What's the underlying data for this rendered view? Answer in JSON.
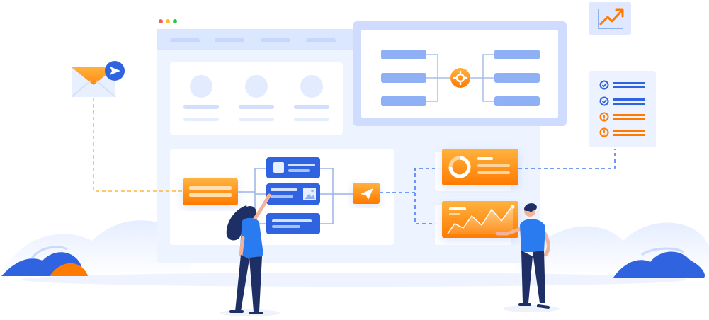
{
  "colors": {
    "blue_primary": "#4a7cf0",
    "blue_light": "#8fb0f5",
    "blue_pale": "#eaf1ff",
    "blue_frame": "#d6e4ff",
    "orange": "#ff9a1f",
    "orange_dark": "#ff7a00",
    "navy": "#1e2f66",
    "window_dot_red": "#ff5b4d",
    "window_dot_yellow": "#ffbd2e",
    "window_dot_green": "#28c840"
  },
  "icons": {
    "mail": "envelope-icon",
    "send": "paper-plane-icon",
    "growth": "trend-up-chart-icon",
    "settings": "gear-icon",
    "checklist_ok": "check-circle-icon",
    "checklist_warn": "exclamation-circle-icon",
    "image": "image-icon",
    "donut": "donut-chart-icon",
    "area": "area-chart-icon"
  },
  "checklist": {
    "items": [
      {
        "status": "ok"
      },
      {
        "status": "ok"
      },
      {
        "status": "warn"
      },
      {
        "status": "warn"
      }
    ]
  },
  "profile_cards": {
    "count": 3
  }
}
